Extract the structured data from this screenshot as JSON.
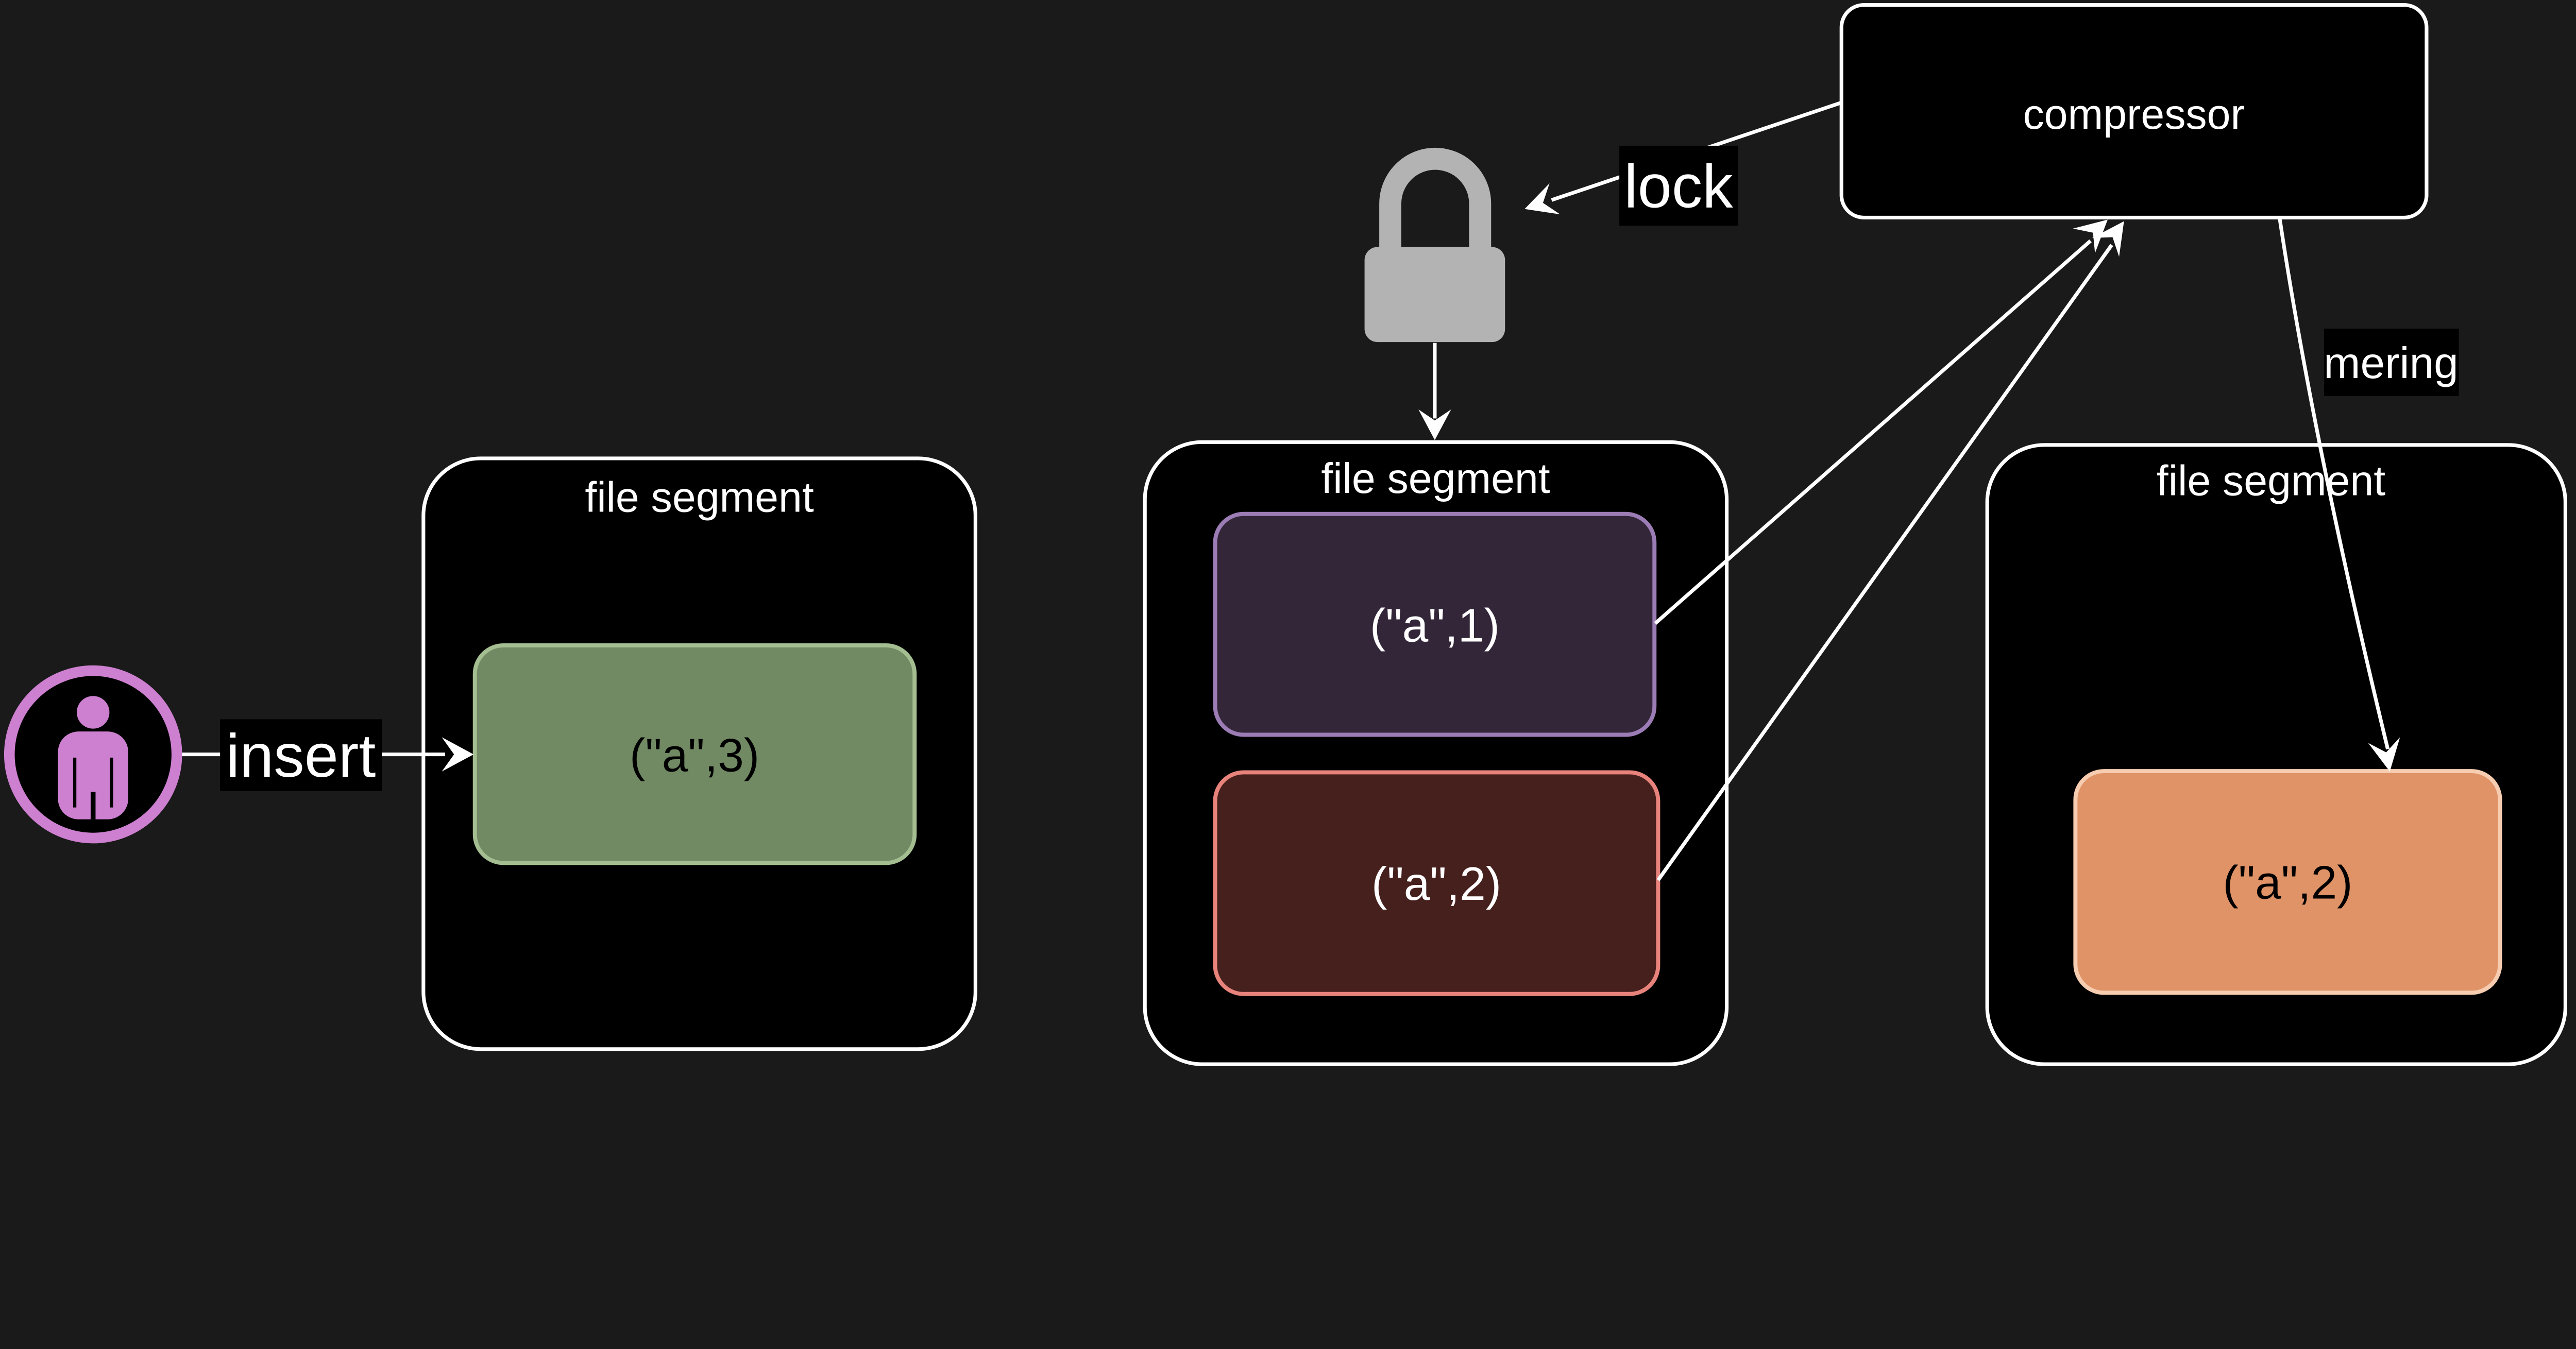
{
  "page": {
    "background": "#1a1a1a",
    "box_background": "#000000",
    "line_color": "#ffffff"
  },
  "compressor": {
    "label": "compressor"
  },
  "segments": {
    "left": {
      "title": "file segment",
      "item": {
        "label": "(\"a\",3)",
        "fill": "#718a63",
        "border": "#a5be91",
        "text_color": "#000000"
      }
    },
    "middle": {
      "title": "file segment",
      "item1": {
        "label": "(\"a\",1)",
        "fill": "#332639",
        "border": "#9c7cb5",
        "text_color": "#ffffff"
      },
      "item2": {
        "label": "(\"a\",2)",
        "fill": "#46201d",
        "border": "#e8837c",
        "text_color": "#ffffff"
      }
    },
    "right": {
      "title": "file segment",
      "item": {
        "label": "(\"a\",2)",
        "fill": "#e09367",
        "border": "#f7cdb1",
        "text_color": "#000000"
      }
    }
  },
  "edges": {
    "insert": {
      "label": "insert"
    },
    "lock": {
      "label": "lock"
    },
    "mering": {
      "label": "mering"
    }
  },
  "icons": {
    "person_color": "#cd7fd0",
    "lock_color": "#b3b3b3"
  }
}
